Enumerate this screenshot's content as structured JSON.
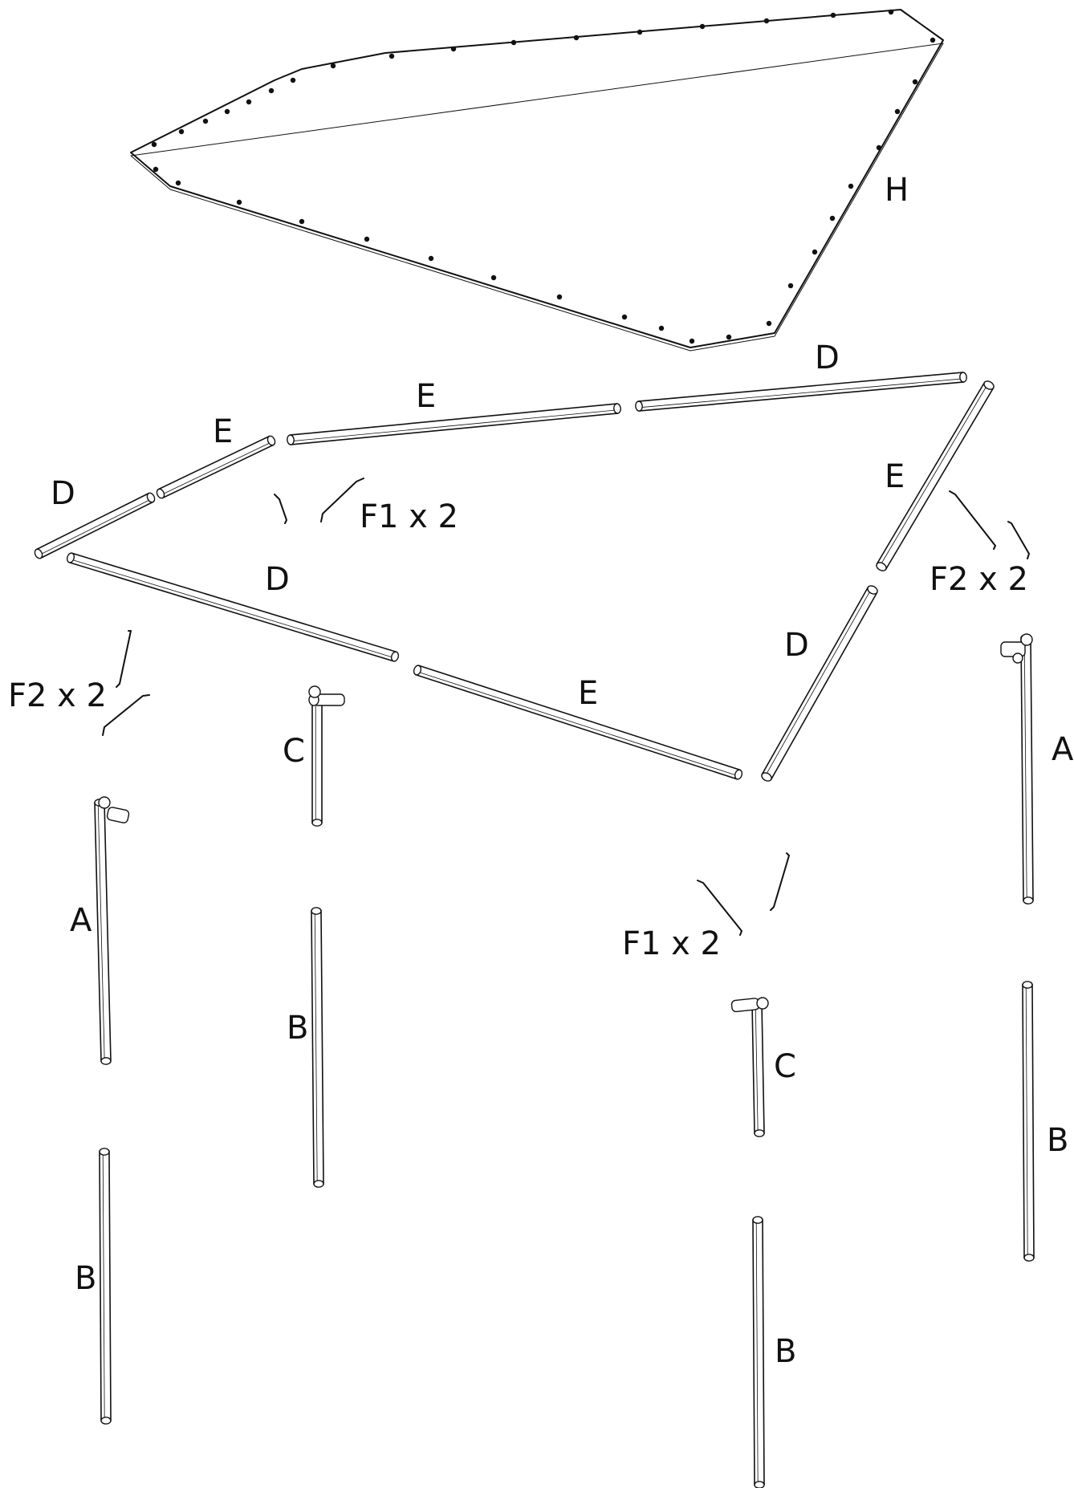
{
  "labels": {
    "cover_H": "H",
    "rail_D_top_right": "D",
    "rail_E_top_mid": "E",
    "rail_E_top_left": "E",
    "rail_D_left": "D",
    "brace_F1_top": "F1 x 2",
    "rail_E_right": "E",
    "brace_F2_right": "F2 x 2",
    "rail_D_front_left": "D",
    "rail_D_front_right": "D",
    "brace_F2_left": "F2 x 2",
    "rail_E_front": "E",
    "leg_C_left": "C",
    "leg_A_right": "A",
    "leg_A_left": "A",
    "brace_F1_bottom": "F1 x 2",
    "leg_B_left_mid": "B",
    "leg_C_right": "C",
    "leg_B_right": "B",
    "leg_B_left_low": "B",
    "leg_B_right_low": "B"
  },
  "colors": {
    "line": "#111111",
    "background": "#ffffff"
  }
}
